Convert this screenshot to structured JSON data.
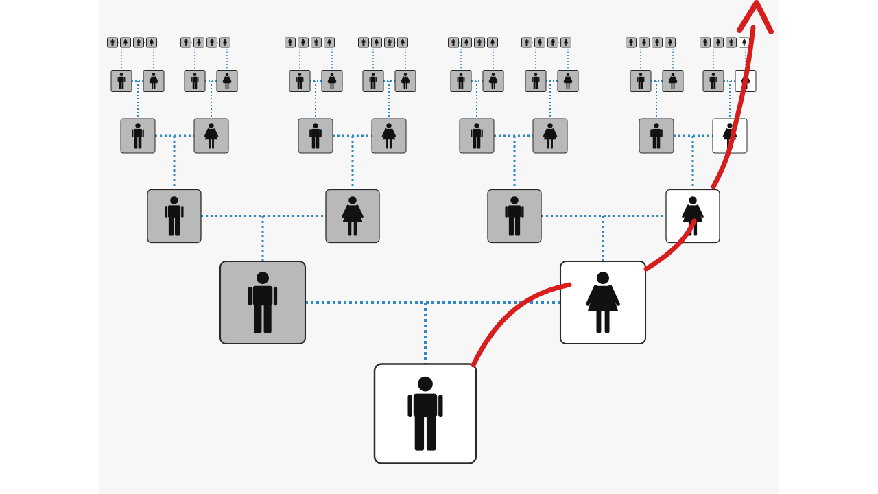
{
  "diagram": {
    "type": "family-tree",
    "generations": 6,
    "highlighted_lineage": "female-line",
    "highlighted_ancestors": [
      "person",
      "mother",
      "maternal-grandmother",
      "great-grandmother",
      "2x-great-grandmother",
      "3x-great-grandmother"
    ]
  },
  "colors": {
    "page_background": "#ffffff",
    "canvas_background": "#f7f7f7",
    "box_gray": "#b9b9b9",
    "box_white": "#ffffff",
    "box_border": "#2a2a2a",
    "connector": "#2f86c9",
    "lineage_arrow": "#d81d1d",
    "figure": "#111111"
  }
}
